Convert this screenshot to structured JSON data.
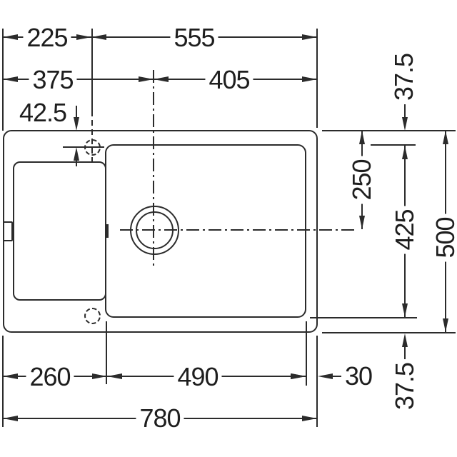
{
  "drawing": {
    "labels": {
      "tap_from_left": "225",
      "tap_from_right": "555",
      "drain_from_left": "375",
      "drain_from_right": "405",
      "tap_from_top_edge": "42.5",
      "rim_top": "37.5",
      "drain_center_from_top": "250",
      "bowl_front_to_back": "425",
      "overall_depth": "500",
      "rim_bottom": "37.5",
      "bowl_from_left": "260",
      "bowl_width": "490",
      "bowl_from_right": "30",
      "overall_width": "780"
    },
    "colors": {
      "line": "#2b2b2b",
      "background": "#ffffff"
    }
  }
}
